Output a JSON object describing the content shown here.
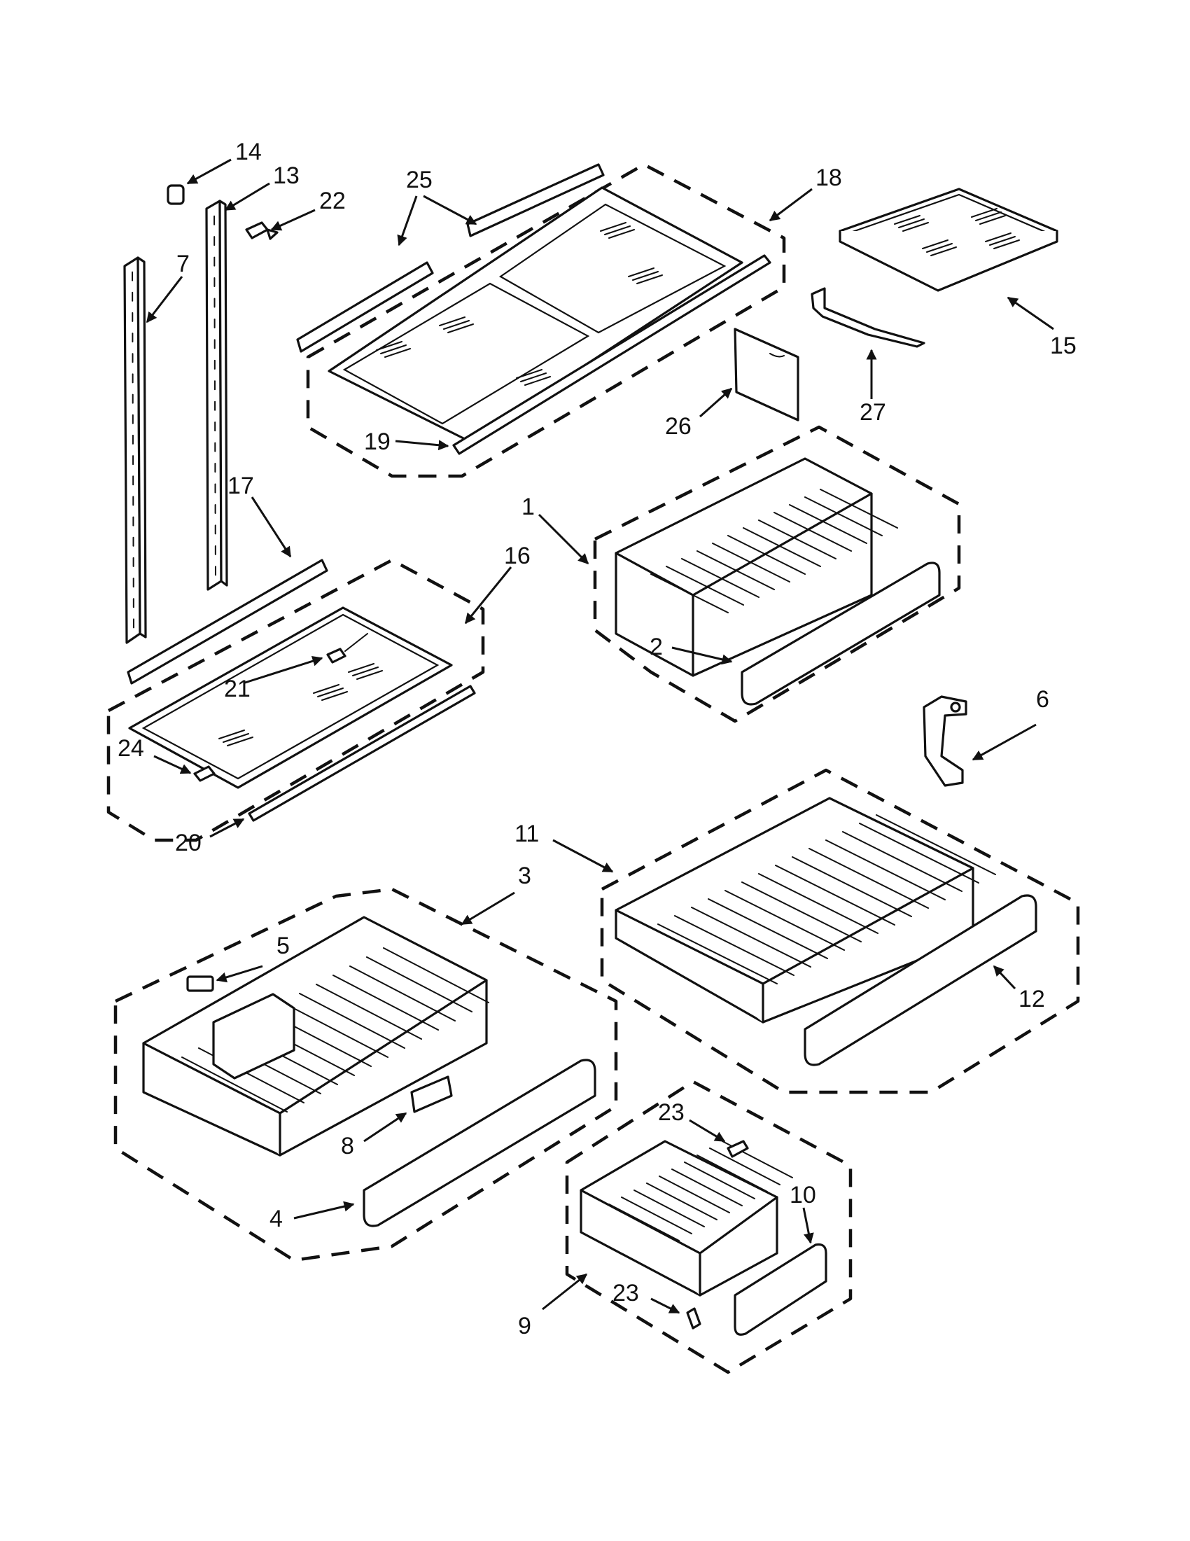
{
  "callouts": {
    "c1": "1",
    "c2": "2",
    "c3": "3",
    "c4": "4",
    "c5": "5",
    "c6": "6",
    "c7": "7",
    "c8": "8",
    "c9": "9",
    "c10": "10",
    "c11": "11",
    "c12": "12",
    "c13": "13",
    "c14": "14",
    "c15": "15",
    "c16": "16",
    "c17": "17",
    "c18": "18",
    "c19": "19",
    "c20": "20",
    "c21": "21",
    "c22": "22",
    "c23a": "23",
    "c23b": "23",
    "c24": "24",
    "c25": "25",
    "c26": "26",
    "c27": "27"
  }
}
